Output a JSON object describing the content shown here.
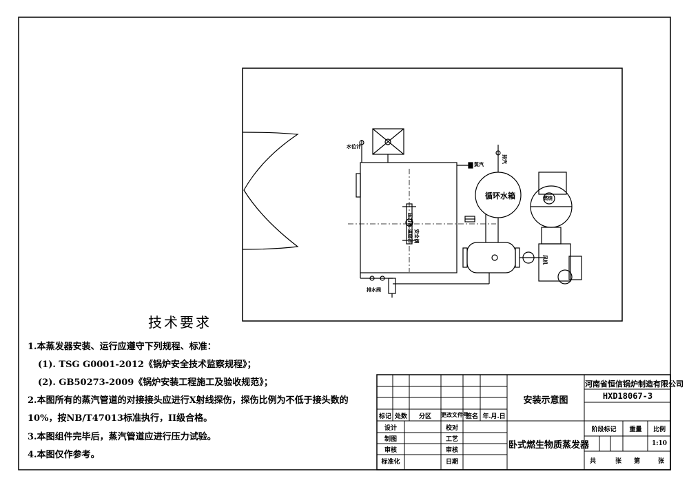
{
  "diagram": {
    "labels": {
      "water_level_gauge": "水位计",
      "circulating_tank": "循环水箱",
      "burner": "燃烧",
      "drain": "排水阀",
      "vertical_text_left": "压力表 温度计",
      "vertical_text_right": "安全阀",
      "fan_label": "风机",
      "valve_top": "排汽",
      "small_note": "蒸汽"
    }
  },
  "notes": {
    "title": "技术要求",
    "lines": [
      "1.本蒸发器安装、运行应遵守下列规程、标准：",
      "(1). TSG G0001-2012《锅炉安全技术监察规程》；",
      "(2). GB50273-2009《锅炉安装工程施工及验收规范》；",
      "2.本图所有的蒸汽管道的对接接头应进行X射线探伤，探伤比例为不低于接头数的",
      "10%，按NB/T47013标准执行，II级合格。",
      "3.本图组件完毕后，蒸汽管道应进行压力试验。",
      "4.本图仅作参考。"
    ]
  },
  "title_block": {
    "header_cells": [
      "标记",
      "处数",
      "分区",
      "更改文件号",
      "签名",
      "年.月.日"
    ],
    "rows": [
      {
        "left": "设计",
        "mid": "校对"
      },
      {
        "left": "制图",
        "mid": "工艺"
      },
      {
        "left": "审核",
        "mid": "审核"
      },
      {
        "left": "标准化",
        "mid": "日期"
      }
    ],
    "drawing_type": "安装示意图",
    "product_name": "卧式燃生物质蒸发器",
    "company": "河南省恒信锅炉制造有限公司",
    "drawing_no": "HXD18067-3",
    "stage_label": "阶段标记",
    "weight_label": "重量",
    "scale_label": "比例",
    "scale_value": "1:10",
    "sheet_total": "共",
    "sheet_unit_1": "张",
    "sheet_no": "第",
    "sheet_unit_2": "张"
  }
}
